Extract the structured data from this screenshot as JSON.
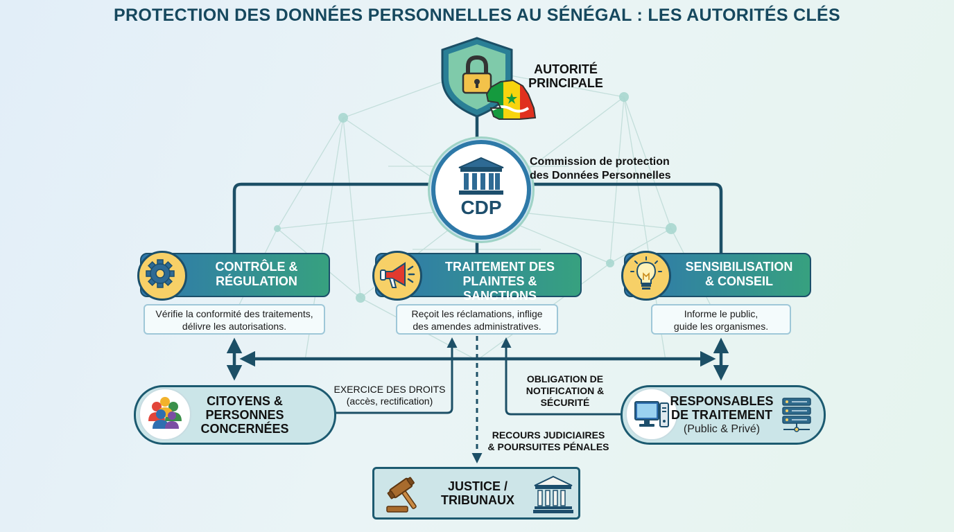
{
  "title": "PROTECTION DES DONNÉES PERSONNELLES AU SÉNÉGAL : LES AUTORITÉS CLÉS",
  "authority": {
    "line1": "AUTORITÉ",
    "line2": "PRINCIPALE"
  },
  "cdp": {
    "acronym": "CDP",
    "full_name_line1": "Commission de protection",
    "full_name_line2": "des Données Personnelles"
  },
  "pillars": [
    {
      "title_line1": "CONTRÔLE &",
      "title_line2": "RÉGULATION",
      "icon": "gear-icon",
      "desc_line1": "Vérifie la conformité des traitements,",
      "desc_line2": "délivre les autorisations."
    },
    {
      "title_line1": "TRAITEMENT DES",
      "title_line2": "PLAINTES & SANCTIONS",
      "icon": "megaphone-icon",
      "desc_line1": "Reçoit les réclamations, inflige",
      "desc_line2": "des amendes administratives."
    },
    {
      "title_line1": "SENSIBILISATION",
      "title_line2": "& CONSEIL",
      "icon": "lightbulb-icon",
      "desc_line1": "Informe le public,",
      "desc_line2": "guide les organismes."
    }
  ],
  "entities": {
    "citizens": {
      "line1": "CITOYENS &",
      "line2": "PERSONNES",
      "line3": "CONCERNÉES",
      "icon": "people-icon"
    },
    "controllers": {
      "line1": "RESPONSABLES",
      "line2": "DE TRAITEMENT",
      "subtitle": "(Public & Privé)",
      "icon": "computer-icon",
      "icon2": "server-icon"
    },
    "justice": {
      "line1": "JUSTICE /",
      "line2": "TRIBUNAUX",
      "icon": "gavel-icon",
      "icon2": "courthouse-icon"
    }
  },
  "flows": {
    "rights_line1": "EXERCICE DES DROITS",
    "rights_line2": "(accès, rectification)",
    "obligation_line1": "OBLIGATION DE",
    "obligation_line2": "NOTIFICATION &",
    "obligation_line3": "SÉCURITÉ",
    "judicial_line1": "RECOURS JUDICIAIRES",
    "judicial_line2": "& POURSUITES PÉNALES"
  },
  "colors": {
    "title": "#16485e",
    "connector": "#1c4f66",
    "pillar_start": "#2f78ad",
    "pillar_end": "#37a17f",
    "icon_bg": "#f7d067"
  }
}
